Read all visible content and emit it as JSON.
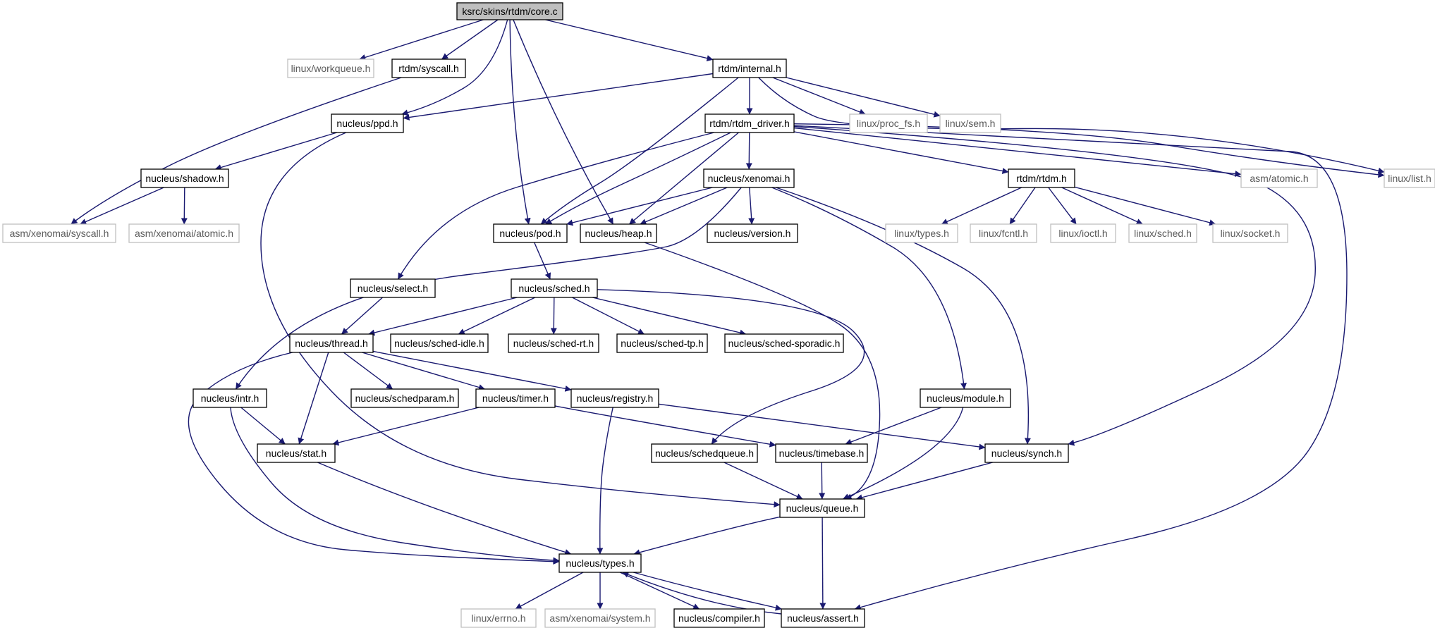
{
  "graph": {
    "nodes": [
      {
        "id": "core_c",
        "label": "ksrc/skins/rtdm/core.c",
        "kind": "root"
      },
      {
        "id": "linux_workqueue",
        "label": "linux/workqueue.h",
        "kind": "external"
      },
      {
        "id": "rtdm_syscall",
        "label": "rtdm/syscall.h",
        "kind": "internal"
      },
      {
        "id": "rtdm_internal",
        "label": "rtdm/internal.h",
        "kind": "internal"
      },
      {
        "id": "nucleus_ppd",
        "label": "nucleus/ppd.h",
        "kind": "internal"
      },
      {
        "id": "rtdm_driver",
        "label": "rtdm/rtdm_driver.h",
        "kind": "internal"
      },
      {
        "id": "linux_proc_fs",
        "label": "linux/proc_fs.h",
        "kind": "external"
      },
      {
        "id": "linux_sem",
        "label": "linux/sem.h",
        "kind": "external"
      },
      {
        "id": "nucleus_shadow",
        "label": "nucleus/shadow.h",
        "kind": "internal"
      },
      {
        "id": "nucleus_xenomai",
        "label": "nucleus/xenomai.h",
        "kind": "internal"
      },
      {
        "id": "rtdm_rtdm",
        "label": "rtdm/rtdm.h",
        "kind": "internal"
      },
      {
        "id": "asm_atomic",
        "label": "asm/atomic.h",
        "kind": "external"
      },
      {
        "id": "linux_list",
        "label": "linux/list.h",
        "kind": "external"
      },
      {
        "id": "asm_xeno_syscall",
        "label": "asm/xenomai/syscall.h",
        "kind": "external"
      },
      {
        "id": "asm_xeno_atomic",
        "label": "asm/xenomai/atomic.h",
        "kind": "external"
      },
      {
        "id": "nucleus_pod",
        "label": "nucleus/pod.h",
        "kind": "internal"
      },
      {
        "id": "nucleus_heap",
        "label": "nucleus/heap.h",
        "kind": "internal"
      },
      {
        "id": "nucleus_version",
        "label": "nucleus/version.h",
        "kind": "internal"
      },
      {
        "id": "linux_types",
        "label": "linux/types.h",
        "kind": "external"
      },
      {
        "id": "linux_fcntl",
        "label": "linux/fcntl.h",
        "kind": "external"
      },
      {
        "id": "linux_ioctl",
        "label": "linux/ioctl.h",
        "kind": "external"
      },
      {
        "id": "linux_sched",
        "label": "linux/sched.h",
        "kind": "external"
      },
      {
        "id": "linux_socket",
        "label": "linux/socket.h",
        "kind": "external"
      },
      {
        "id": "nucleus_select",
        "label": "nucleus/select.h",
        "kind": "internal"
      },
      {
        "id": "nucleus_sched",
        "label": "nucleus/sched.h",
        "kind": "internal"
      },
      {
        "id": "nucleus_thread",
        "label": "nucleus/thread.h",
        "kind": "internal"
      },
      {
        "id": "nucleus_sched_idle",
        "label": "nucleus/sched-idle.h",
        "kind": "internal"
      },
      {
        "id": "nucleus_sched_rt",
        "label": "nucleus/sched-rt.h",
        "kind": "internal"
      },
      {
        "id": "nucleus_sched_tp",
        "label": "nucleus/sched-tp.h",
        "kind": "internal"
      },
      {
        "id": "nucleus_sched_sporadic",
        "label": "nucleus/sched-sporadic.h",
        "kind": "internal"
      },
      {
        "id": "nucleus_intr",
        "label": "nucleus/intr.h",
        "kind": "internal"
      },
      {
        "id": "nucleus_schedparam",
        "label": "nucleus/schedparam.h",
        "kind": "internal"
      },
      {
        "id": "nucleus_timer",
        "label": "nucleus/timer.h",
        "kind": "internal"
      },
      {
        "id": "nucleus_registry",
        "label": "nucleus/registry.h",
        "kind": "internal"
      },
      {
        "id": "nucleus_module",
        "label": "nucleus/module.h",
        "kind": "internal"
      },
      {
        "id": "nucleus_stat",
        "label": "nucleus/stat.h",
        "kind": "internal"
      },
      {
        "id": "nucleus_schedqueue",
        "label": "nucleus/schedqueue.h",
        "kind": "internal"
      },
      {
        "id": "nucleus_timebase",
        "label": "nucleus/timebase.h",
        "kind": "internal"
      },
      {
        "id": "nucleus_synch",
        "label": "nucleus/synch.h",
        "kind": "internal"
      },
      {
        "id": "nucleus_queue",
        "label": "nucleus/queue.h",
        "kind": "internal"
      },
      {
        "id": "nucleus_types",
        "label": "nucleus/types.h",
        "kind": "internal"
      },
      {
        "id": "linux_errno",
        "label": "linux/errno.h",
        "kind": "external"
      },
      {
        "id": "asm_xeno_system",
        "label": "asm/xenomai/system.h",
        "kind": "external"
      },
      {
        "id": "nucleus_compiler",
        "label": "nucleus/compiler.h",
        "kind": "internal"
      },
      {
        "id": "nucleus_assert",
        "label": "nucleus/assert.h",
        "kind": "internal"
      }
    ],
    "edges": [
      [
        "core_c",
        "linux_workqueue"
      ],
      [
        "core_c",
        "rtdm_syscall"
      ],
      [
        "core_c",
        "rtdm_internal"
      ],
      [
        "core_c",
        "nucleus_ppd"
      ],
      [
        "core_c",
        "nucleus_pod"
      ],
      [
        "core_c",
        "nucleus_heap"
      ],
      [
        "rtdm_syscall",
        "asm_xeno_syscall"
      ],
      [
        "rtdm_internal",
        "nucleus_ppd"
      ],
      [
        "rtdm_internal",
        "rtdm_driver"
      ],
      [
        "rtdm_internal",
        "linux_proc_fs"
      ],
      [
        "rtdm_internal",
        "linux_sem"
      ],
      [
        "rtdm_internal",
        "nucleus_pod"
      ],
      [
        "rtdm_internal",
        "linux_list"
      ],
      [
        "nucleus_ppd",
        "nucleus_shadow"
      ],
      [
        "nucleus_ppd",
        "nucleus_queue"
      ],
      [
        "nucleus_shadow",
        "asm_xeno_syscall"
      ],
      [
        "nucleus_shadow",
        "asm_xeno_atomic"
      ],
      [
        "rtdm_driver",
        "nucleus_xenomai"
      ],
      [
        "rtdm_driver",
        "rtdm_rtdm"
      ],
      [
        "rtdm_driver",
        "asm_atomic"
      ],
      [
        "rtdm_driver",
        "linux_list"
      ],
      [
        "rtdm_driver",
        "nucleus_pod"
      ],
      [
        "rtdm_driver",
        "nucleus_heap"
      ],
      [
        "rtdm_driver",
        "nucleus_select"
      ],
      [
        "rtdm_driver",
        "nucleus_synch"
      ],
      [
        "rtdm_driver",
        "nucleus_assert"
      ],
      [
        "nucleus_xenomai",
        "nucleus_pod"
      ],
      [
        "nucleus_xenomai",
        "nucleus_heap"
      ],
      [
        "nucleus_xenomai",
        "nucleus_version"
      ],
      [
        "nucleus_xenomai",
        "nucleus_intr"
      ],
      [
        "nucleus_xenomai",
        "nucleus_module"
      ],
      [
        "nucleus_xenomai",
        "nucleus_synch"
      ],
      [
        "rtdm_rtdm",
        "linux_types"
      ],
      [
        "rtdm_rtdm",
        "linux_fcntl"
      ],
      [
        "rtdm_rtdm",
        "linux_ioctl"
      ],
      [
        "rtdm_rtdm",
        "linux_sched"
      ],
      [
        "rtdm_rtdm",
        "linux_socket"
      ],
      [
        "nucleus_pod",
        "nucleus_sched"
      ],
      [
        "nucleus_heap",
        "nucleus_queue"
      ],
      [
        "nucleus_select",
        "nucleus_thread"
      ],
      [
        "nucleus_sched",
        "nucleus_thread"
      ],
      [
        "nucleus_sched",
        "nucleus_sched_idle"
      ],
      [
        "nucleus_sched",
        "nucleus_sched_rt"
      ],
      [
        "nucleus_sched",
        "nucleus_sched_tp"
      ],
      [
        "nucleus_sched",
        "nucleus_sched_sporadic"
      ],
      [
        "nucleus_sched",
        "nucleus_schedqueue"
      ],
      [
        "nucleus_thread",
        "nucleus_schedparam"
      ],
      [
        "nucleus_thread",
        "nucleus_timer"
      ],
      [
        "nucleus_thread",
        "nucleus_registry"
      ],
      [
        "nucleus_thread",
        "nucleus_stat"
      ],
      [
        "nucleus_thread",
        "nucleus_types"
      ],
      [
        "nucleus_intr",
        "nucleus_stat"
      ],
      [
        "nucleus_intr",
        "nucleus_types"
      ],
      [
        "nucleus_timer",
        "nucleus_stat"
      ],
      [
        "nucleus_timer",
        "nucleus_timebase"
      ],
      [
        "nucleus_registry",
        "nucleus_types"
      ],
      [
        "nucleus_registry",
        "nucleus_synch"
      ],
      [
        "nucleus_module",
        "nucleus_timebase"
      ],
      [
        "nucleus_module",
        "nucleus_queue"
      ],
      [
        "nucleus_stat",
        "nucleus_types"
      ],
      [
        "nucleus_schedqueue",
        "nucleus_queue"
      ],
      [
        "nucleus_timebase",
        "nucleus_queue"
      ],
      [
        "nucleus_synch",
        "nucleus_queue"
      ],
      [
        "nucleus_queue",
        "nucleus_types"
      ],
      [
        "nucleus_queue",
        "nucleus_assert"
      ],
      [
        "nucleus_types",
        "linux_errno"
      ],
      [
        "nucleus_types",
        "asm_xeno_system"
      ],
      [
        "nucleus_types",
        "nucleus_compiler"
      ],
      [
        "nucleus_types",
        "nucleus_assert"
      ],
      [
        "nucleus_assert",
        "nucleus_types"
      ]
    ]
  },
  "colors": {
    "edge": "#191970",
    "root_fill": "#bfbfbf",
    "internal_border": "#000000",
    "external_border": "#bfbfbf",
    "external_text": "#5a5a5a",
    "internal_text": "#000000"
  }
}
